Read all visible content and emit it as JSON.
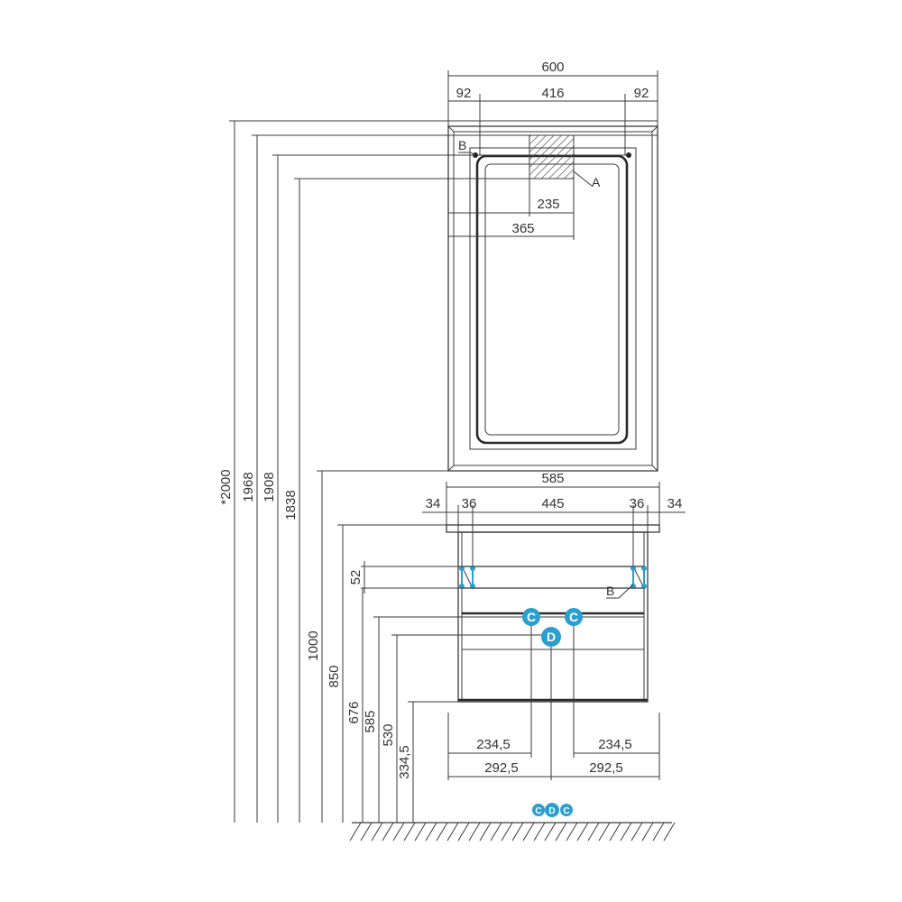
{
  "mirror": {
    "width": "600",
    "side_left": "92",
    "inner": "416",
    "side_right": "92",
    "shelf_offset": "235",
    "shelf_width": "365",
    "label_a": "A",
    "label_b": "B"
  },
  "heights": {
    "total": "*2000",
    "h1968": "1968",
    "h1908": "1908",
    "h1838": "1838",
    "h1000": "1000",
    "h850": "850",
    "h676": "676",
    "h585": "585",
    "h530": "530",
    "h334": "334,5",
    "h52": "52"
  },
  "cabinet": {
    "width": "585",
    "edge_left": "34",
    "post_left": "36",
    "inner": "445",
    "post_right": "36",
    "edge_right": "34",
    "label_b": "B",
    "left_offset": "234,5",
    "right_offset": "234,5",
    "left_half": "292,5",
    "right_half": "292,5"
  },
  "markers": {
    "c": "C",
    "d": "D"
  },
  "colors": {
    "marker": "#2a9fd0",
    "line": "#3a3a3a"
  }
}
